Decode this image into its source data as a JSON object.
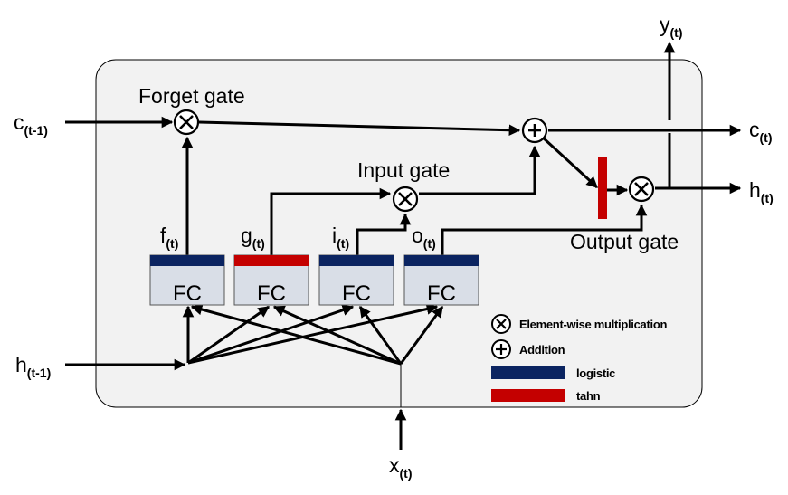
{
  "gates": {
    "forget": "Forget gate",
    "input": "Input gate",
    "output": "Output gate"
  },
  "io": {
    "c_prev": {
      "main": "c",
      "sub": "(t-1)"
    },
    "h_prev": {
      "main": "h",
      "sub": "(t-1)"
    },
    "x": {
      "main": "x",
      "sub": "(t)"
    },
    "y": {
      "main": "y",
      "sub": "(t)"
    },
    "c_out": {
      "main": "c",
      "sub": "(t)"
    },
    "h_out": {
      "main": "h",
      "sub": "(t)"
    }
  },
  "fc_blocks": [
    {
      "label": "FC",
      "output": {
        "main": "f",
        "sub": "(t)"
      },
      "activation": "logistic"
    },
    {
      "label": "FC",
      "output": {
        "main": "g",
        "sub": "(t)"
      },
      "activation": "tahn"
    },
    {
      "label": "FC",
      "output": {
        "main": "i",
        "sub": "(t)"
      },
      "activation": "logistic"
    },
    {
      "label": "FC",
      "output": {
        "main": "o",
        "sub": "(t)"
      },
      "activation": "logistic"
    }
  ],
  "legend": {
    "multiply": "Element-wise multiplication",
    "add": "Addition",
    "logistic": "logistic",
    "tanh": "tahn"
  },
  "colors": {
    "logistic": "#0b2461",
    "tanh": "#c40000",
    "cell_fill": "#f2f2f2",
    "fc_fill": "#d9dee7"
  }
}
